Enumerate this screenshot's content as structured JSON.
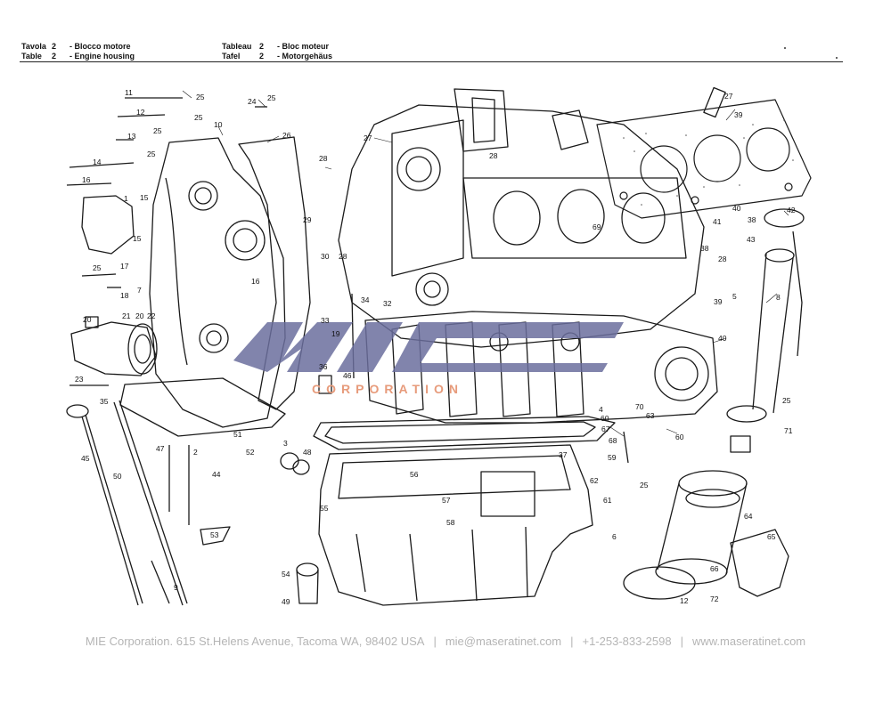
{
  "header": {
    "left": [
      {
        "label": "Tavola",
        "num": "2",
        "title": "- Blocco motore"
      },
      {
        "label": "Table",
        "num": "2",
        "title": "- Engine housing"
      }
    ],
    "right": [
      {
        "label": "Tableau",
        "num": "2",
        "title": "- Bloc moteur"
      },
      {
        "label": "Tafel",
        "num": "2",
        "title": "- Motorgehäus"
      }
    ]
  },
  "watermark": {
    "text": "CORPORATION",
    "color": "#e79b7b",
    "logo_color": "#6b6e9e"
  },
  "footer": {
    "address": "MIE Corporation. 615 St.Helens Avenue, Tacoma WA, 98402 USA",
    "email": "mie@maseratinet.com",
    "phone": "+1-253-833-2598",
    "website": "www.maseratinet.com",
    "separator": "|"
  },
  "callouts": [
    "11",
    "25",
    "12",
    "25",
    "24",
    "25",
    "10",
    "13",
    "25",
    "26",
    "14",
    "25",
    "28",
    "27",
    "28",
    "16",
    "15",
    "1",
    "15",
    "29",
    "30",
    "28",
    "16",
    "25",
    "17",
    "18",
    "7",
    "34",
    "32",
    "33",
    "19",
    "20",
    "21",
    "20",
    "22",
    "23",
    "35",
    "36",
    "46",
    "47",
    "2",
    "51",
    "52",
    "3",
    "48",
    "44",
    "45",
    "50",
    "53",
    "54",
    "49",
    "9",
    "55",
    "56",
    "57",
    "58",
    "37",
    "27",
    "39",
    "40",
    "38",
    "41",
    "42",
    "43",
    "28",
    "38",
    "39",
    "5",
    "8",
    "40",
    "69",
    "70",
    "63",
    "60",
    "4",
    "60",
    "67",
    "68",
    "59",
    "62",
    "25",
    "61",
    "6",
    "64",
    "65",
    "66",
    "72",
    "12",
    "25",
    "71"
  ]
}
